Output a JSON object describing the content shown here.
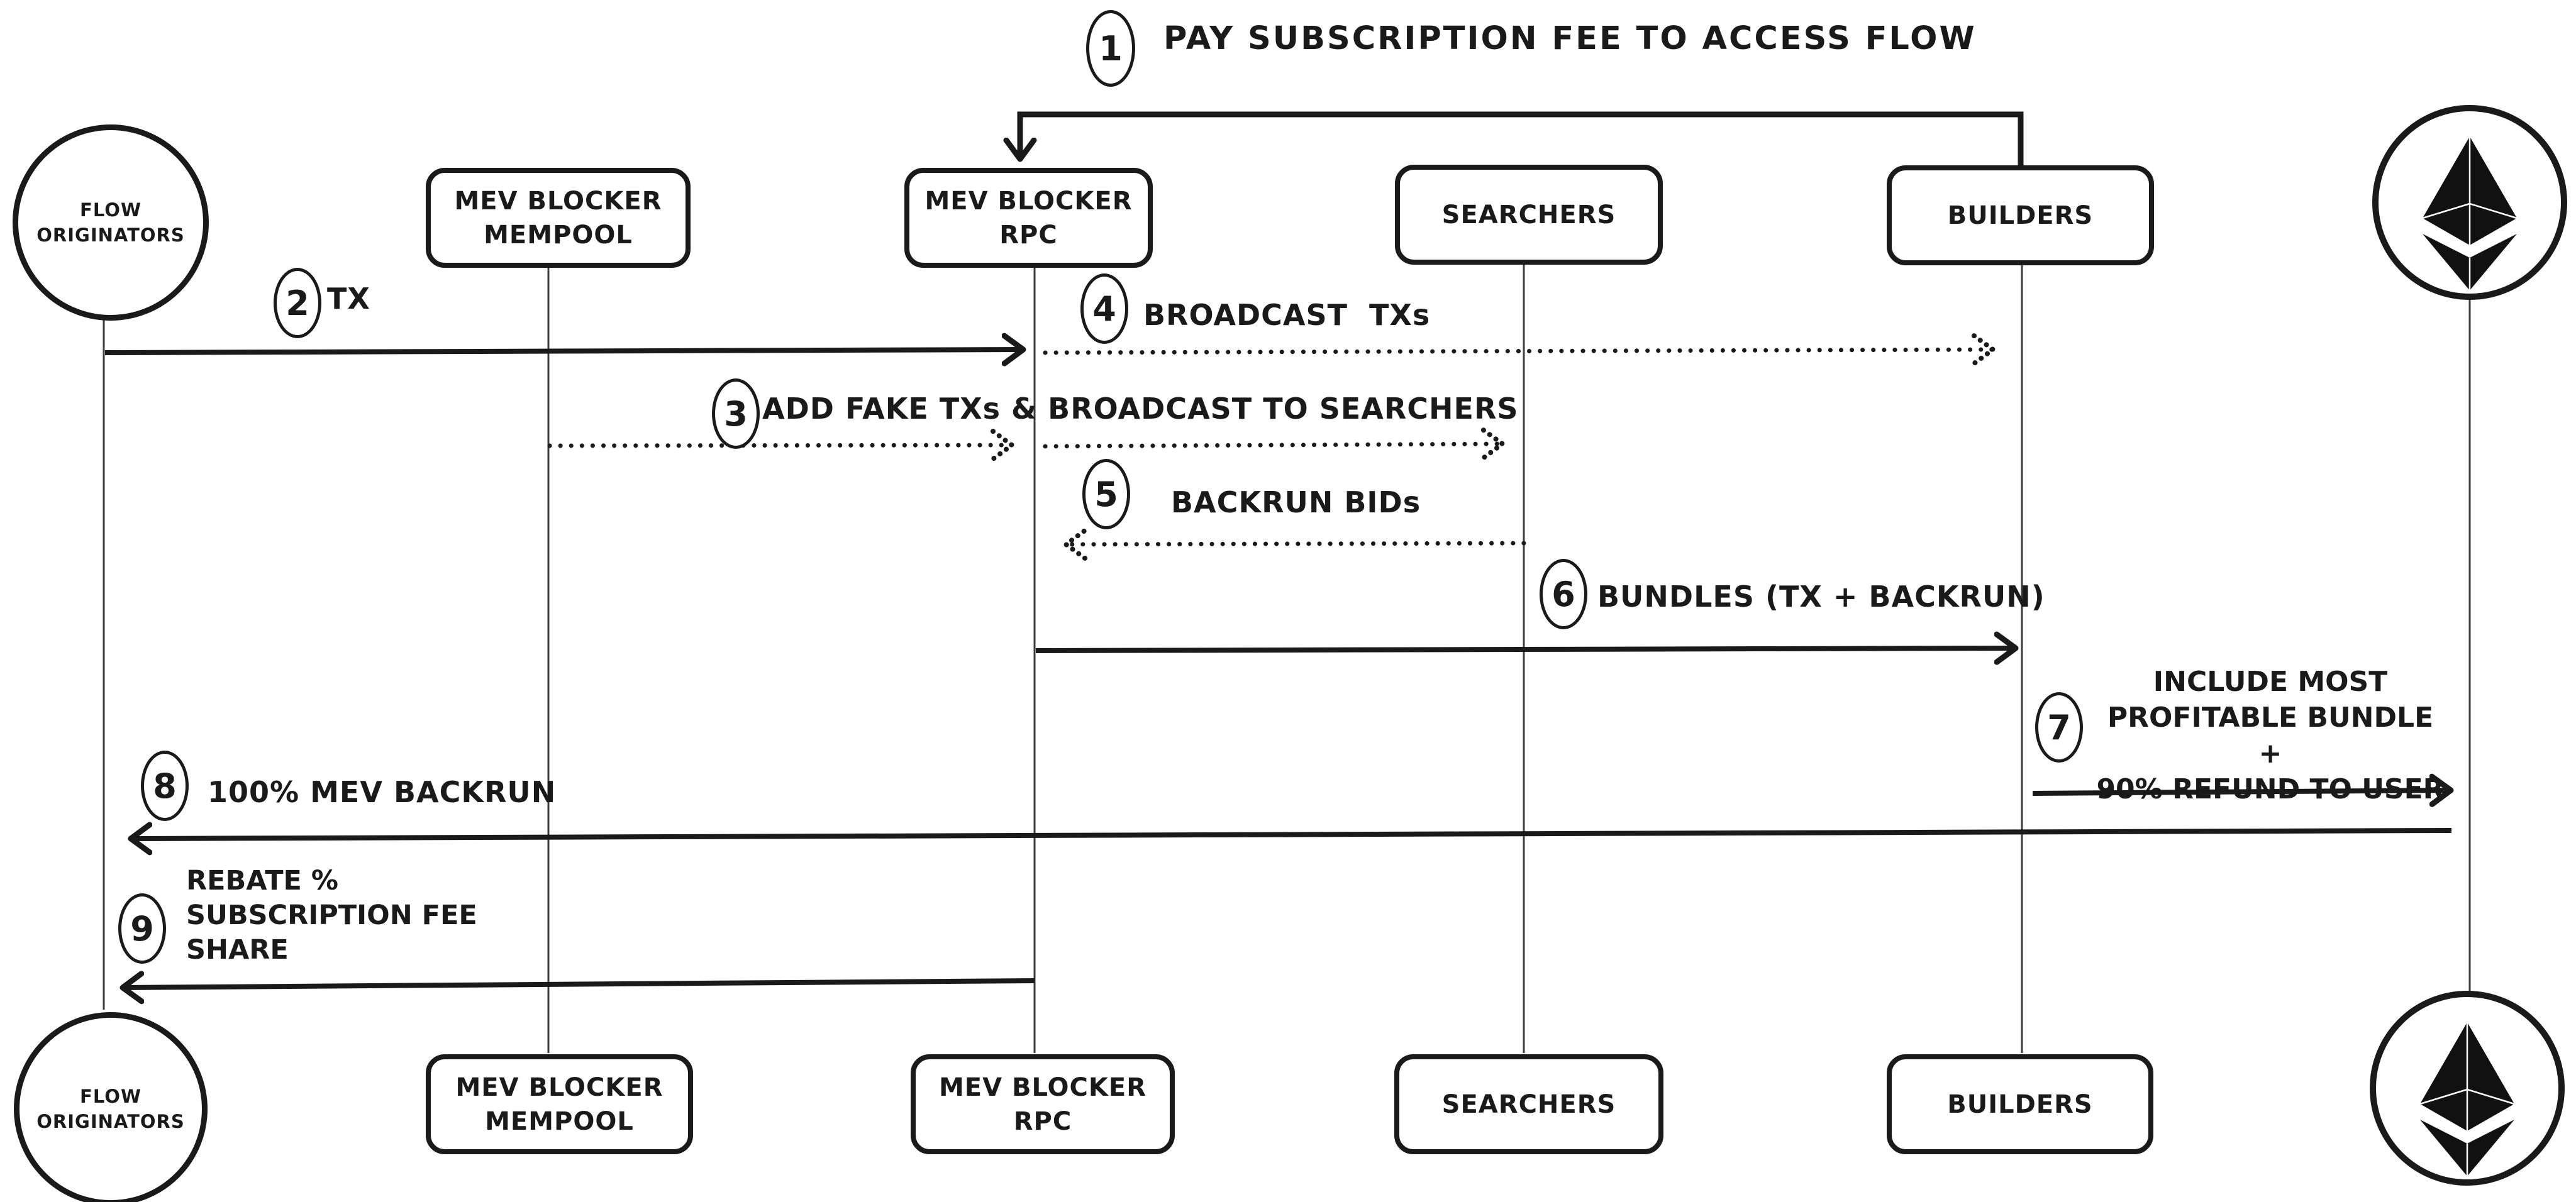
{
  "diagram": {
    "colors": {
      "ink": "#1a1a1a",
      "background": "#ffffff",
      "lifeline": "#3c3c3c"
    },
    "actors": {
      "flow_originators": {
        "line1": "FLOW",
        "line2": "ORIGINATORS"
      },
      "mev_blocker_mempool": {
        "line1": "MEV BLOCKER",
        "line2": "MEMPOOL"
      },
      "mev_blocker_rpc": {
        "line1": "MEV BLOCKER",
        "line2": "RPC"
      },
      "searchers": {
        "label": "SEARCHERS"
      },
      "builders": {
        "label": "BUILDERS"
      },
      "ethereum": {
        "icon": "ethereum-logo"
      }
    },
    "steps": [
      {
        "num": "1",
        "label": "PAY SUBSCRIPTION FEE TO ACCESS FLOW"
      },
      {
        "num": "2",
        "label": "TX"
      },
      {
        "num": "3",
        "label": "ADD FAKE TXs & BROADCAST TO SEARCHERS"
      },
      {
        "num": "4",
        "label": "BROADCAST  TXs"
      },
      {
        "num": "5",
        "label": "BACKRUN BIDs"
      },
      {
        "num": "6",
        "label": "BUNDLES (TX + BACKRUN)"
      },
      {
        "num": "7",
        "line1": "INCLUDE MOST",
        "line2": "PROFITABLE BUNDLE +",
        "line3": "90% REFUND TO USER"
      },
      {
        "num": "8",
        "label": "100% MEV BACKRUN"
      },
      {
        "num": "9",
        "line1": "REBATE %",
        "line2": "SUBSCRIPTION FEE",
        "line3": "SHARE"
      }
    ]
  }
}
